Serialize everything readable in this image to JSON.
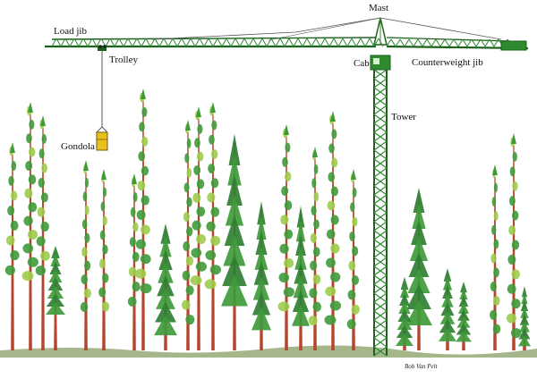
{
  "labels": {
    "mast": "Mast",
    "load_jib": "Load jib",
    "trolley": "Trolley",
    "cab": "Cab",
    "counterweight_jib": "Counterweight jib",
    "tower": "Tower",
    "gondola": "Gondola"
  },
  "signature": "Bob Van Pelt",
  "colors": {
    "crane": "#2e8b2e",
    "crane_dark": "#1d5f1d",
    "foliage": "#3f9a3a",
    "foliage_light": "#9ccc4a",
    "trunk": "#b5452e",
    "ground": "#5a7a2a",
    "gondola": "#e8c020"
  }
}
